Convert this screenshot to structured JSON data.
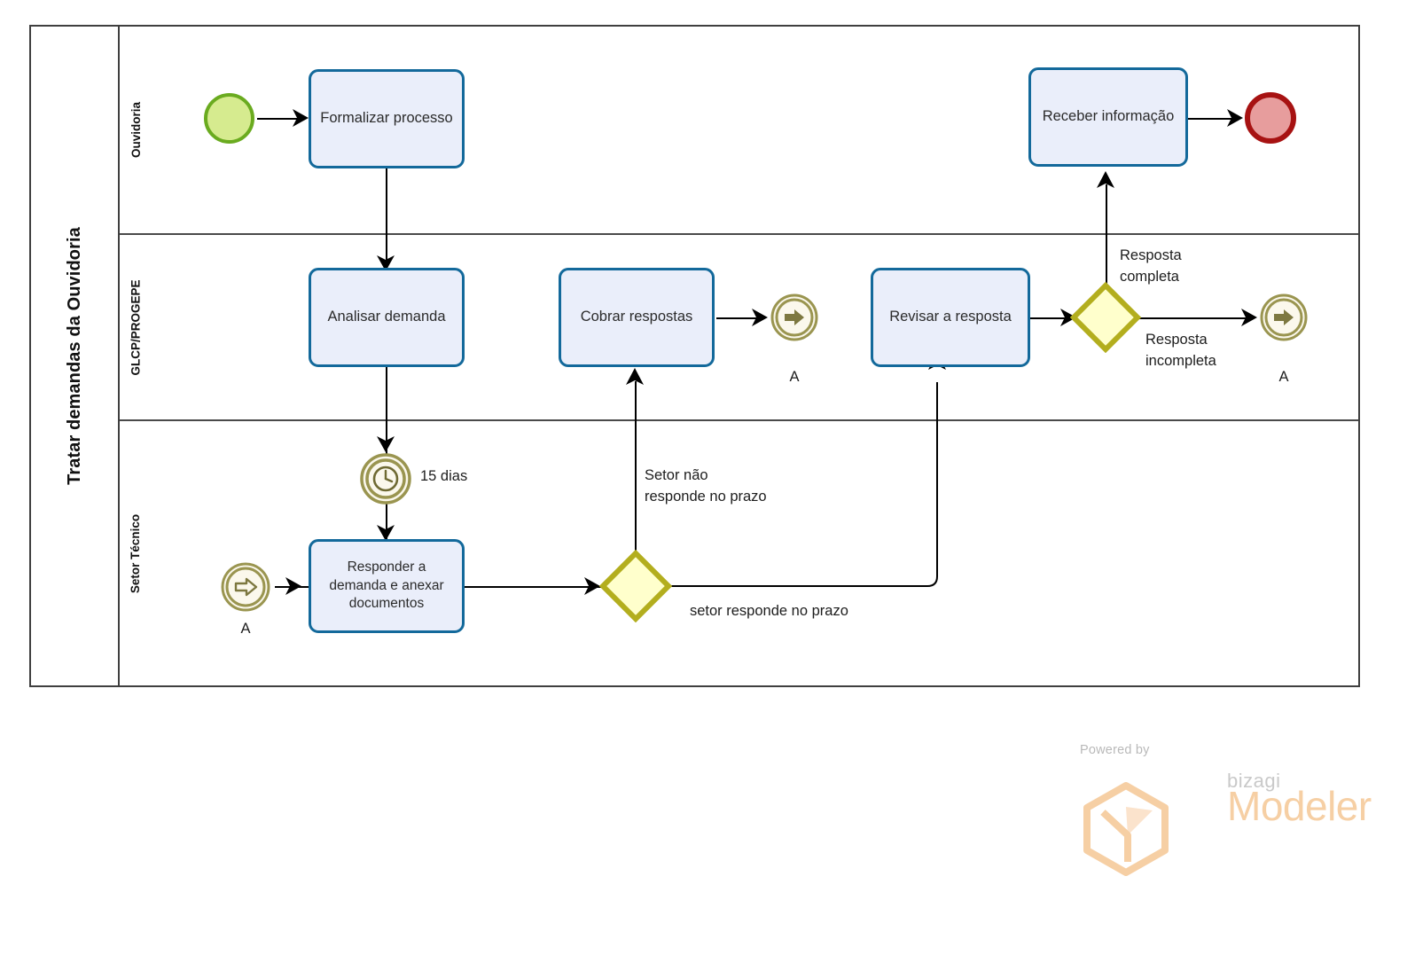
{
  "pool": {
    "title": "Tratar demandas da Ouvidoria",
    "lanes": [
      {
        "label": "Ouvidoria"
      },
      {
        "label": "GLCP/PROGEPE"
      },
      {
        "label": "Setor Técnico"
      }
    ]
  },
  "tasks": {
    "formalizar": "Formalizar processo",
    "analisar": "Analisar demanda",
    "cobrar": "Cobrar respostas",
    "revisar": "Revisar a resposta",
    "receber": "Receber informação",
    "responder": "Responder a demanda e anexar documentos"
  },
  "events": {
    "start": "start-event",
    "end": "end-event",
    "timer_label": "15 dias",
    "link_throw_cobrar_label": "A",
    "link_throw_revisar_label": "A",
    "link_catch_label": "A"
  },
  "edge_labels": {
    "resposta_completa": "Resposta completa",
    "resposta_incompleta": "Resposta incompleta",
    "setor_nao_responde": "Setor não responde no prazo",
    "setor_responde": "setor responde no prazo"
  },
  "watermark": {
    "powered_by": "Powered by",
    "bizagi": "bizagi",
    "modeler": "Modeler"
  },
  "colors": {
    "task_fill": "#eaeefa",
    "task_border": "#13699b",
    "start_fill": "#d6eb8f",
    "start_border": "#6aab1f",
    "end_fill": "#e79d9d",
    "end_border": "#a71212",
    "gateway_fill": "#ffffcc",
    "gateway_border": "#b3ae1e",
    "link_border": "#9a9550",
    "link_fill": "#fbf8ec",
    "pool_border": "#3f3f3f",
    "edge": "#000000",
    "watermark_orange": "#f6cfa4"
  }
}
